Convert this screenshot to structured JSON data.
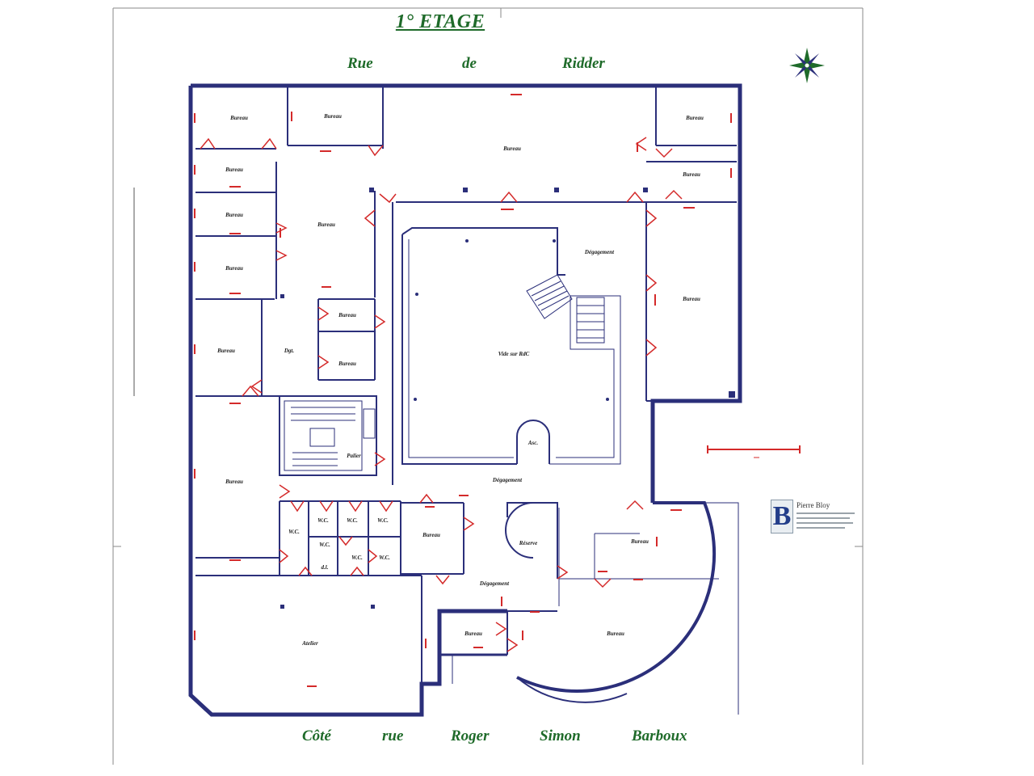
{
  "plan": {
    "title": "1° ETAGE",
    "street_top": [
      "Rue",
      "de",
      "Ridder"
    ],
    "street_bottom": [
      "Côté",
      "rue",
      "Roger",
      "Simon",
      "Barboux"
    ]
  },
  "rooms": {
    "bureau": "Bureau",
    "degagement": "Dégagement",
    "vide_sur_rdc": "Vide sur RdC",
    "asc": "Asc.",
    "palier": "Palier",
    "dgt": "Dgt.",
    "reserve": "Réserve",
    "atelier": "Atelier",
    "wc": "W.C.",
    "dl": "d.l."
  },
  "logo": {
    "letter": "B",
    "name": "Pierre Bloy"
  },
  "colors": {
    "walls": "#2b2f7a",
    "text_green": "#1f6b2a",
    "dimensions_red": "#d42a2a"
  }
}
